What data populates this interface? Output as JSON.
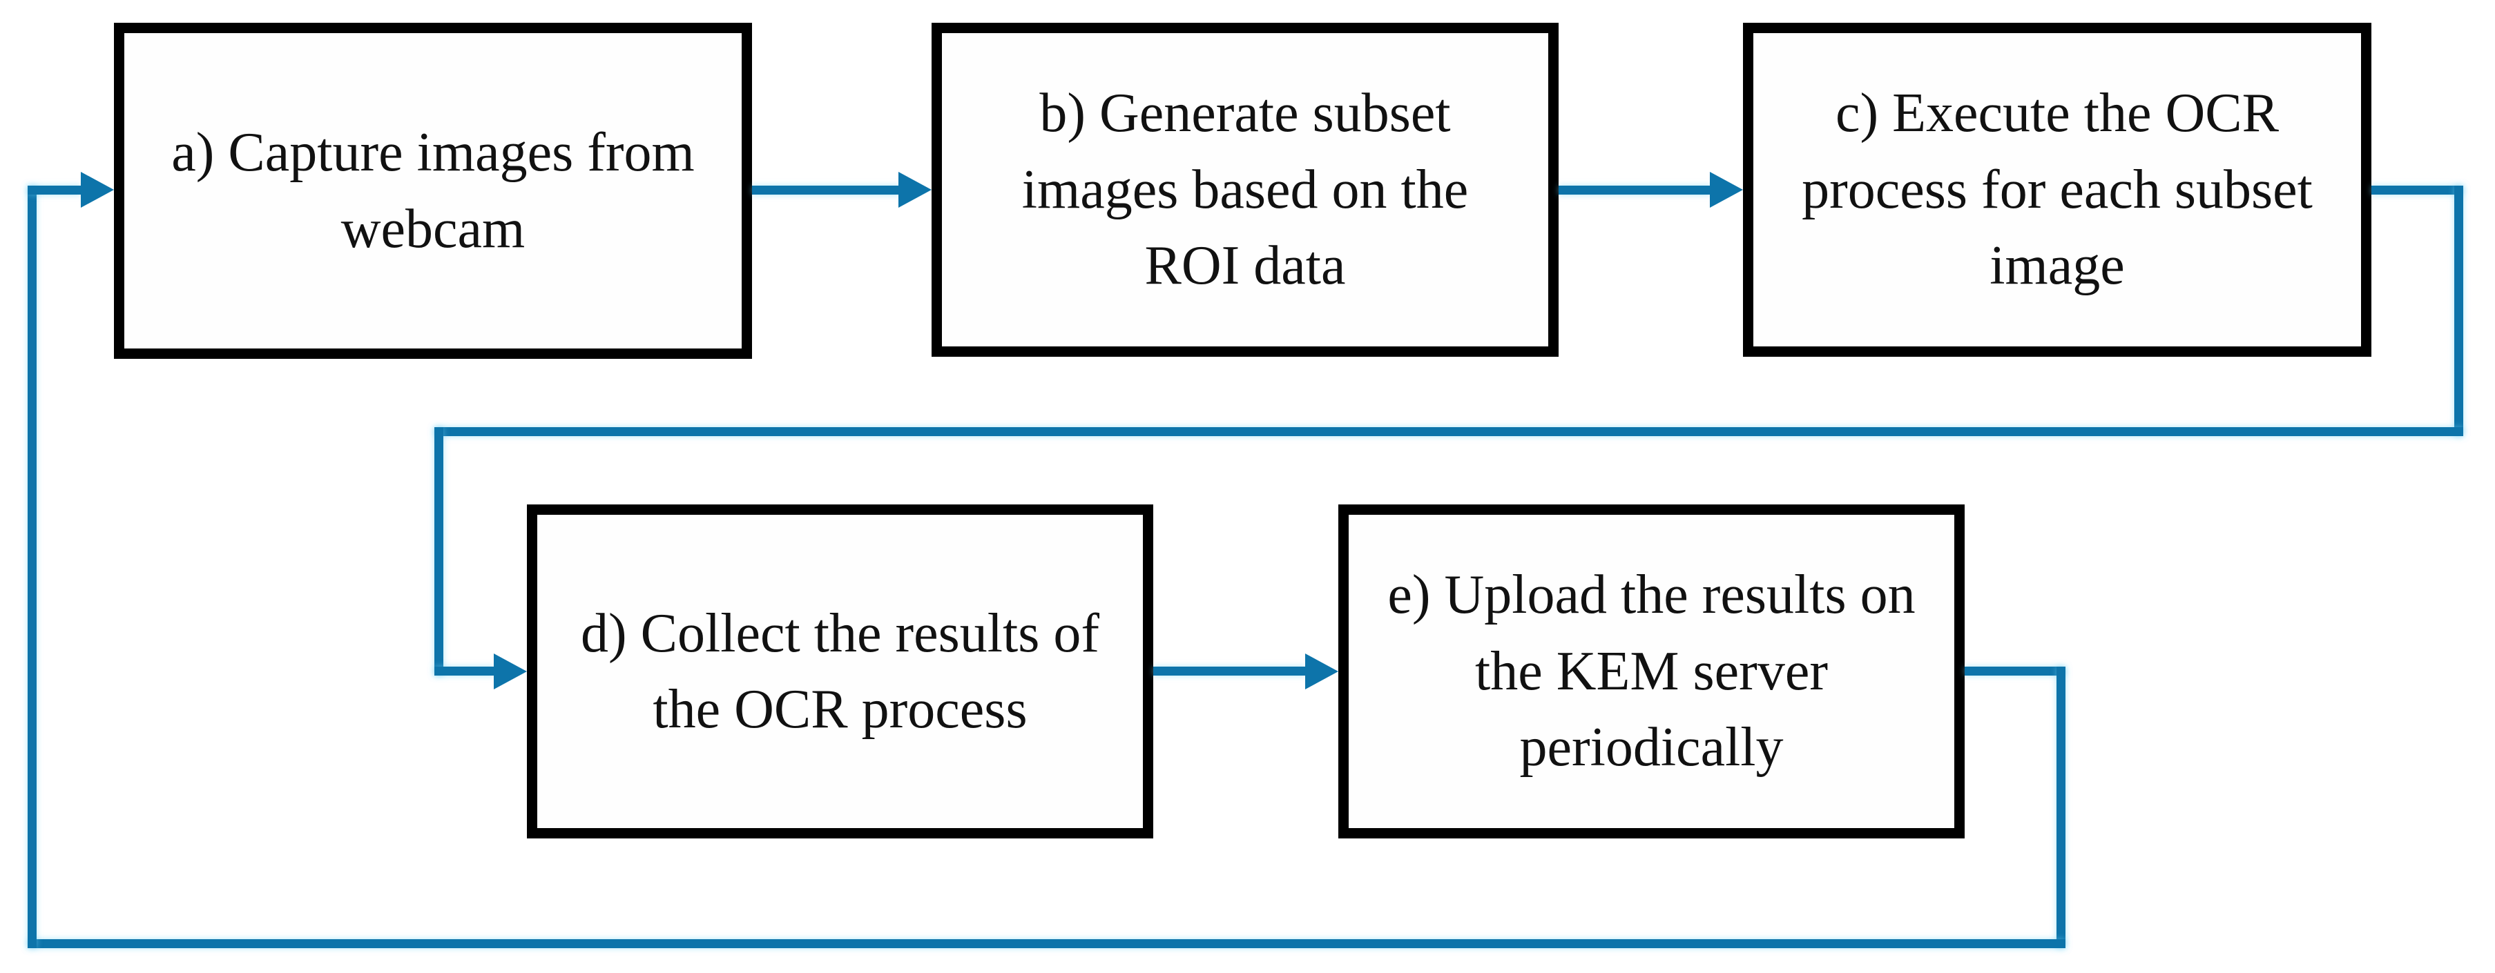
{
  "figure": {
    "type": "flowchart",
    "background_color": "#ffffff",
    "box_border_color": "#000000",
    "box_fill_color": "#fefefe",
    "text_color": "#111111",
    "arrow_color": "#0d74aa",
    "nodes": [
      {
        "id": "a",
        "label": "a) Capture images from webcam"
      },
      {
        "id": "b",
        "label": "b) Generate subset images based on the ROI data"
      },
      {
        "id": "c",
        "label": "c) Execute the OCR process for each subset image"
      },
      {
        "id": "d",
        "label": "d) Collect the results of the OCR process"
      },
      {
        "id": "e",
        "label": "e) Upload the results on the KEM server periodically"
      }
    ],
    "edges": [
      {
        "from": "a",
        "to": "b",
        "type": "straight"
      },
      {
        "from": "b",
        "to": "c",
        "type": "straight"
      },
      {
        "from": "c",
        "to": "d",
        "type": "orthogonal"
      },
      {
        "from": "d",
        "to": "e",
        "type": "straight"
      },
      {
        "from": "e",
        "to": "a",
        "type": "feedback-loop"
      }
    ]
  }
}
